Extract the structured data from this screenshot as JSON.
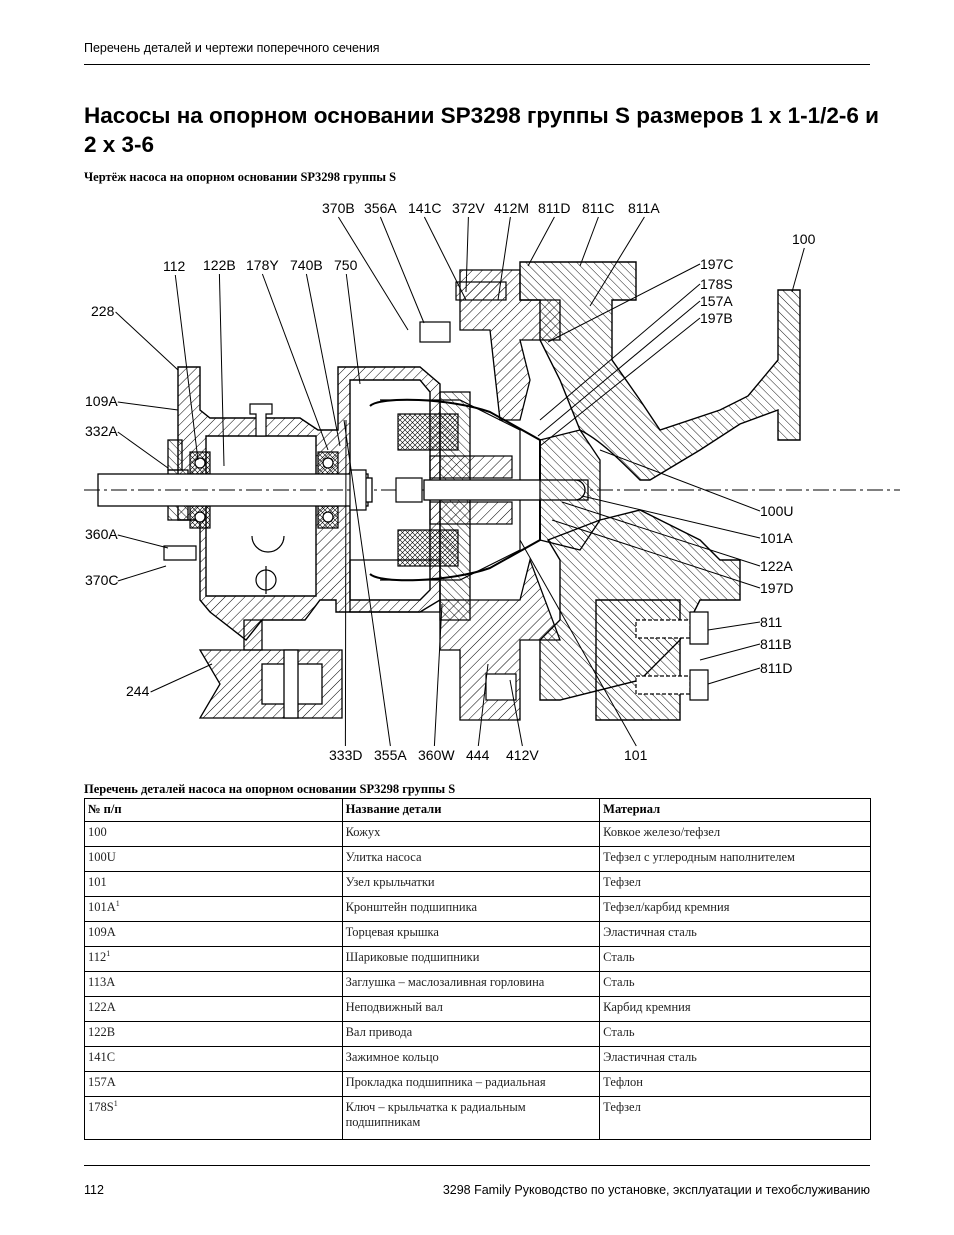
{
  "header": {
    "section": "Перечень деталей и чертежи поперечного сечения"
  },
  "title": "Насосы на опорном основании SP3298 группы S размеров 1 х 1-1/2-6 и 2 х 3-6",
  "figure": {
    "caption": "Чертёж насоса на опорном основании SP3298 группы S",
    "callouts": [
      "370B",
      "356A",
      "141C",
      "372V",
      "412M",
      "811D",
      "811C",
      "811A",
      "100",
      "112",
      "122B",
      "178Y",
      "740B",
      "750",
      "228",
      "197C",
      "178S",
      "157A",
      "197B",
      "109A",
      "332A",
      "360A",
      "370C",
      "244",
      "100U",
      "101A",
      "122A",
      "197D",
      "811",
      "811B",
      "811D",
      "333D",
      "355A",
      "360W",
      "444",
      "412V",
      "101"
    ]
  },
  "table": {
    "caption": "Перечень деталей насоса на опорном основании SP3298 группы S",
    "headers": [
      "№ п/п",
      "Название детали",
      "Материал"
    ],
    "rows": [
      {
        "no": "100",
        "mark": "",
        "name": "Кожух",
        "material": "Ковкое железо/тефзел"
      },
      {
        "no": "100U",
        "mark": "",
        "name": "Улитка насоса",
        "material": "Тефзел с углеродным наполнителем"
      },
      {
        "no": "101",
        "mark": "",
        "name": "Узел крыльчатки",
        "material": "Тефзел"
      },
      {
        "no": "101A",
        "mark": "1",
        "name": "Кронштейн подшипника",
        "material": "Тефзел/карбид кремния"
      },
      {
        "no": "109A",
        "mark": "",
        "name": "Торцевая крышка",
        "material": "Эластичная сталь"
      },
      {
        "no": "112",
        "mark": "1",
        "name": "Шариковые подшипники",
        "material": "Сталь"
      },
      {
        "no": "113A",
        "mark": "",
        "name": "Заглушка – маслозаливная горловина",
        "material": "Сталь"
      },
      {
        "no": "122A",
        "mark": "",
        "name": "Неподвижный вал",
        "material": "Карбид кремния"
      },
      {
        "no": "122B",
        "mark": "",
        "name": "Вал привода",
        "material": "Сталь"
      },
      {
        "no": "141C",
        "mark": "",
        "name": "Зажимное кольцо",
        "material": "Эластичная сталь"
      },
      {
        "no": "157A",
        "mark": "",
        "name": "Прокладка подшипника – радиальная",
        "material": "Тефлон"
      },
      {
        "no": "178S",
        "mark": "1",
        "name": "Ключ – крыльчатка к радиальным подшипникам",
        "material": "Тефзел"
      }
    ]
  },
  "footer": {
    "page_number": "112",
    "doc_title": "3298 Family Руководство по установке, эксплуатации и техобслуживанию"
  }
}
